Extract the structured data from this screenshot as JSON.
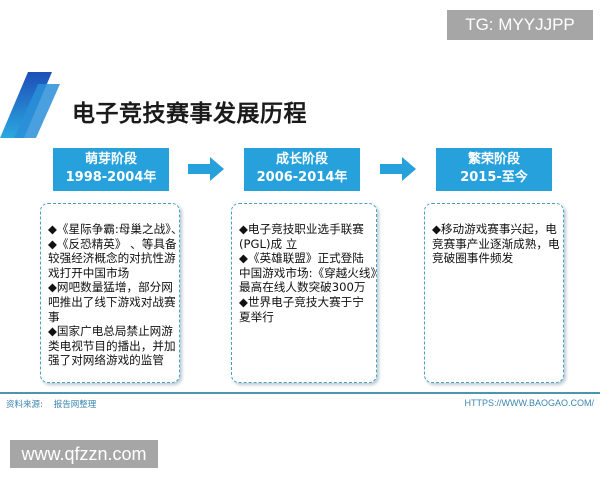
{
  "watermarks": {
    "top": "TG: MYYJJPP",
    "bottom": "www.qfzzn.com"
  },
  "title": "电子竞技赛事发展历程",
  "accent_color": "#27a1dc",
  "stages": [
    {
      "name": "萌芽阶段",
      "period": "1998-2004年",
      "bullets": [
        "◆《星际争霸:母巢之战》、\n◆《反恐精英》 、等具备\n较强经济概念的对抗性游\n戏打开中国市场",
        "◆网吧数量猛增，部分网\n吧推出了线下游戏对战赛\n事",
        "◆国家广电总局禁止网游\n类电视节目的播出，并加\n强了对网络游戏的监管"
      ]
    },
    {
      "name": "成长阶段",
      "period": "2006-2014年",
      "bullets": [
        "◆电子竞技职业选手联赛\n(PGL)成 立",
        "◆《英雄联盟》正式登陆\n中国游戏市场:《穿越火线》\n最高在线人数突破300万",
        "◆世界电子竞技大赛于宁\n夏举行"
      ]
    },
    {
      "name": "繁荣阶段",
      "period": "2015-至今",
      "bullets": [
        "◆移动游戏赛事兴起，电\n竞赛事产业逐渐成熟，电\n竞破圈事件频发"
      ]
    }
  ],
  "footer": {
    "source_label": "资料来源:",
    "source": "报告网整理",
    "url": "HTTPS://WWW.BAOGAO.COM/"
  }
}
